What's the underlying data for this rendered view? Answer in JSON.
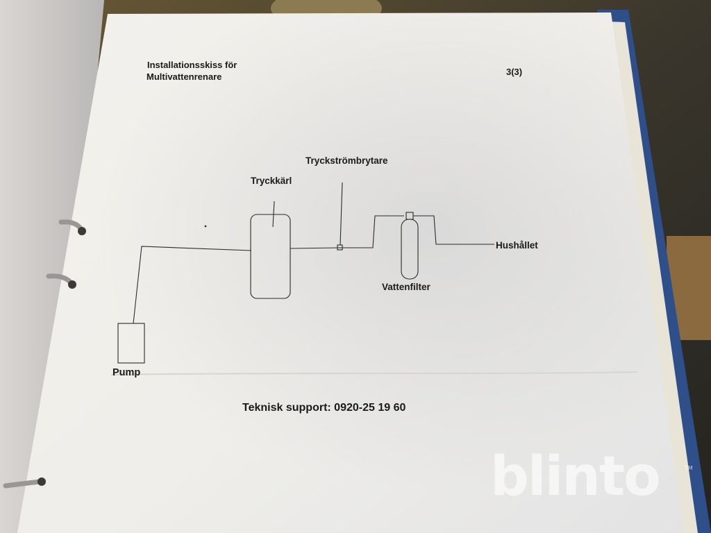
{
  "document": {
    "title_line1": "Installationsskiss för",
    "title_line2": "Multivattenrenare",
    "page_number": "3(3)"
  },
  "diagram": {
    "labels": {
      "pump": "Pump",
      "pressure_tank": "Tryckkärl",
      "pressure_switch": "Tryckströmbrytare",
      "water_filter": "Vattenfilter",
      "household": "Hushållet"
    }
  },
  "footer": {
    "support": "Teknisk support: 0920-25 19 60"
  },
  "watermark": {
    "brand": "blinto",
    "trademark": "TM"
  }
}
